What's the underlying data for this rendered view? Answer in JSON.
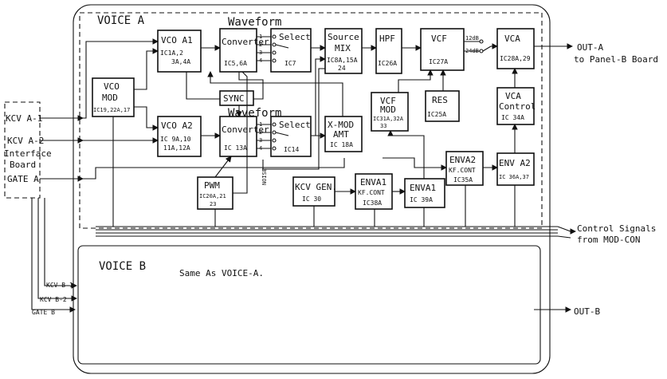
{
  "voice_a_title": "VOICE A",
  "voice_b_title": "VOICE B",
  "voice_b_note": "Same As VOICE-A.",
  "waveform_label": "Waveform",
  "outputs": {
    "out_a": "OUT-A",
    "out_a_note": "to Panel-B Board",
    "out_b": "OUT-B"
  },
  "interface": {
    "line1": "Interface",
    "line2": "Board"
  },
  "inputs": {
    "kcv_a1": "KCV A-1",
    "kcv_a2": "KCV A-2",
    "gate_a": "GATE A",
    "kcv_b1": "KCV B-1",
    "kcv_b2": "KCV B-2",
    "gate_b": "GATE B"
  },
  "control_signals": {
    "line1": "Control Signals",
    "line2": "from MOD-CON"
  },
  "noise_label": "NOISE",
  "attenuators": {
    "a": "12dB",
    "b": "24dB"
  },
  "switch_numbers": [
    "1",
    "2",
    "3",
    "4"
  ],
  "blocks": {
    "vco_a1": {
      "name": "VCO A1",
      "ic1": "IC1A,2",
      "ic2": "3A,4A"
    },
    "conv1": {
      "name": "Converter",
      "ic1": "IC5,6A"
    },
    "select1": {
      "name": "Select",
      "ic1": "IC7"
    },
    "source_mix": {
      "name": "Source",
      "name2": "MIX",
      "ic1": "IC8A,15A",
      "ic2": "24"
    },
    "hpf": {
      "name": "HPF",
      "ic1": "IC26A"
    },
    "vcf": {
      "name": "VCF",
      "ic1": "IC27A"
    },
    "vca": {
      "name": "VCA",
      "ic1": "IC28A,29"
    },
    "vco_mod": {
      "name": "VCO",
      "name2": "MOD",
      "ic1": "IC19,22A,17"
    },
    "sync": {
      "name": "SYNC"
    },
    "vco_a2": {
      "name": "VCO A2",
      "ic1": "IC 9A,10",
      "ic2": "11A,12A"
    },
    "conv2": {
      "name": "Converter",
      "ic1": "IC 13A"
    },
    "select2": {
      "name": "Select",
      "ic1": "IC14"
    },
    "xmod_amt": {
      "name": "X-MOD",
      "name2": "AMT",
      "ic1": "IC 18A"
    },
    "vcf_mod": {
      "name": "VCF",
      "name2": "MOD",
      "ic1": "IC31A,32A",
      "ic2": "33"
    },
    "res": {
      "name": "RES",
      "ic1": "IC25A"
    },
    "vca_control": {
      "name": "VCA",
      "name2": "Control",
      "ic1": "IC 34A"
    },
    "pwm": {
      "name": "PWM",
      "ic1": "IC20A,21",
      "ic2": "23"
    },
    "kcv_gen": {
      "name": "KCV GEN.",
      "ic1": "IC 30"
    },
    "enva1_kf": {
      "name": "ENVA1",
      "name2": "KF.CONT",
      "ic1": "IC38A"
    },
    "enva1": {
      "name": "ENVA1",
      "ic1": "IC 39A"
    },
    "enva2_kf": {
      "name": "ENVA2",
      "name2": "KF.CONT",
      "ic1": "IC35A"
    },
    "env_a2": {
      "name": "ENV A2",
      "ic1": "IC 36A,37"
    }
  }
}
